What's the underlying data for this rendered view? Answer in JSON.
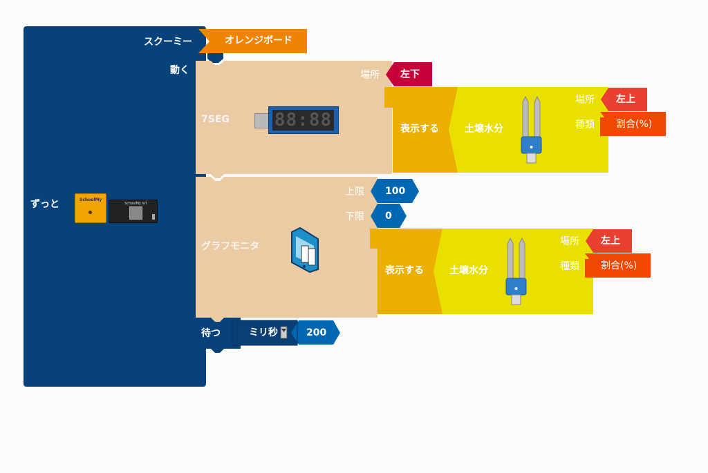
{
  "forever_block": {
    "label": "ずっと",
    "board_icons": [
      "schoolmy-board-icon",
      "schoolmy-iot-board-icon"
    ],
    "board_icon_text_1": "SchoolMy",
    "board_icon_text_2": "SchoolMy IoT"
  },
  "sukumi_row": {
    "label": "スクーミー",
    "value": "オレンジボード"
  },
  "move_label": "動く",
  "seg_block": {
    "label": "7SEG",
    "location_label": "場所",
    "location_value": "左下",
    "display_label": "表示する",
    "sensor_label": "土壌水分",
    "sensor_location_label": "場所",
    "sensor_location_value": "左上",
    "sensor_type_label": "種類",
    "sensor_type_value": "割合(%)"
  },
  "graph_block": {
    "label": "グラフモニタ",
    "upper_label": "上限",
    "upper_value": "100",
    "lower_label": "下限",
    "lower_value": "0",
    "display_label": "表示する",
    "sensor_label": "土壌水分",
    "sensor_location_label": "場所",
    "sensor_location_value": "左上",
    "sensor_type_label": "種類",
    "sensor_type_value": "割合(%)"
  },
  "wait_block": {
    "label": "待つ",
    "unit_label": "ミリ秒",
    "value": "200"
  },
  "colors": {
    "forever": "#08427a",
    "module": "#ebcba4",
    "orange": "#f08300",
    "display": "#ebaf00",
    "sensor": "#e9e000",
    "location_red": "#c8003a",
    "location_red2": "#e84132",
    "type_orange": "#f04800",
    "number": "#0067b3"
  }
}
